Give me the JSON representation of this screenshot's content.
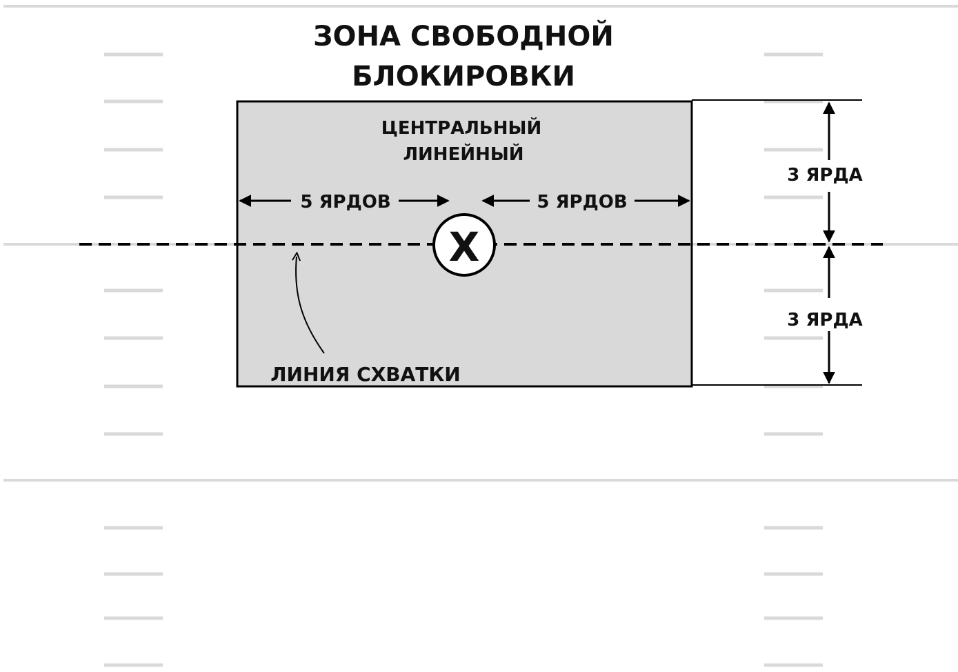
{
  "title": {
    "line1": "ЗОНА СВОБОДНОЙ",
    "line2": "БЛОКИРОВКИ"
  },
  "player": {
    "position_line1": "ЦЕНТРАЛЬНЫЙ",
    "position_line2": "ЛИНЕЙНЫЙ",
    "marker": "X"
  },
  "dimensions": {
    "left_width": "5 ЯРДОВ",
    "right_width": "5 ЯРДОВ",
    "upper_depth": "3 ЯРДА",
    "lower_depth": "3 ЯРДА"
  },
  "scrimmage_label": "ЛИНИЯ СХВАТКИ",
  "colors": {
    "zone_fill": "#d9d9d9",
    "field_lines": "#d9d9d9",
    "ink": "#000000"
  }
}
